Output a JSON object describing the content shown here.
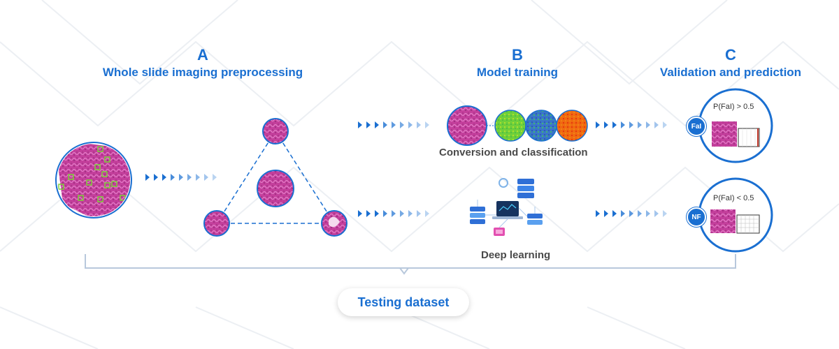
{
  "sections": {
    "a": {
      "letter": "A",
      "title": "Whole slide imaging preprocessing"
    },
    "b": {
      "letter": "B",
      "title": "Model training"
    },
    "c": {
      "letter": "C",
      "title": "Validation and prediction"
    }
  },
  "captions": {
    "conversion": "Conversion and classification",
    "deep_learning": "Deep learning"
  },
  "predictions": {
    "top": {
      "tag": "FaI",
      "condition": "P(FaI) > 0.5"
    },
    "bottom": {
      "tag": "NF",
      "condition": "P(FaI) < 0.5"
    }
  },
  "footer": {
    "button_label": "Testing dataset"
  },
  "colors": {
    "accent": "#1a6fd1",
    "tissue": "#c43f9c",
    "arrow": "#1a6fd1"
  }
}
